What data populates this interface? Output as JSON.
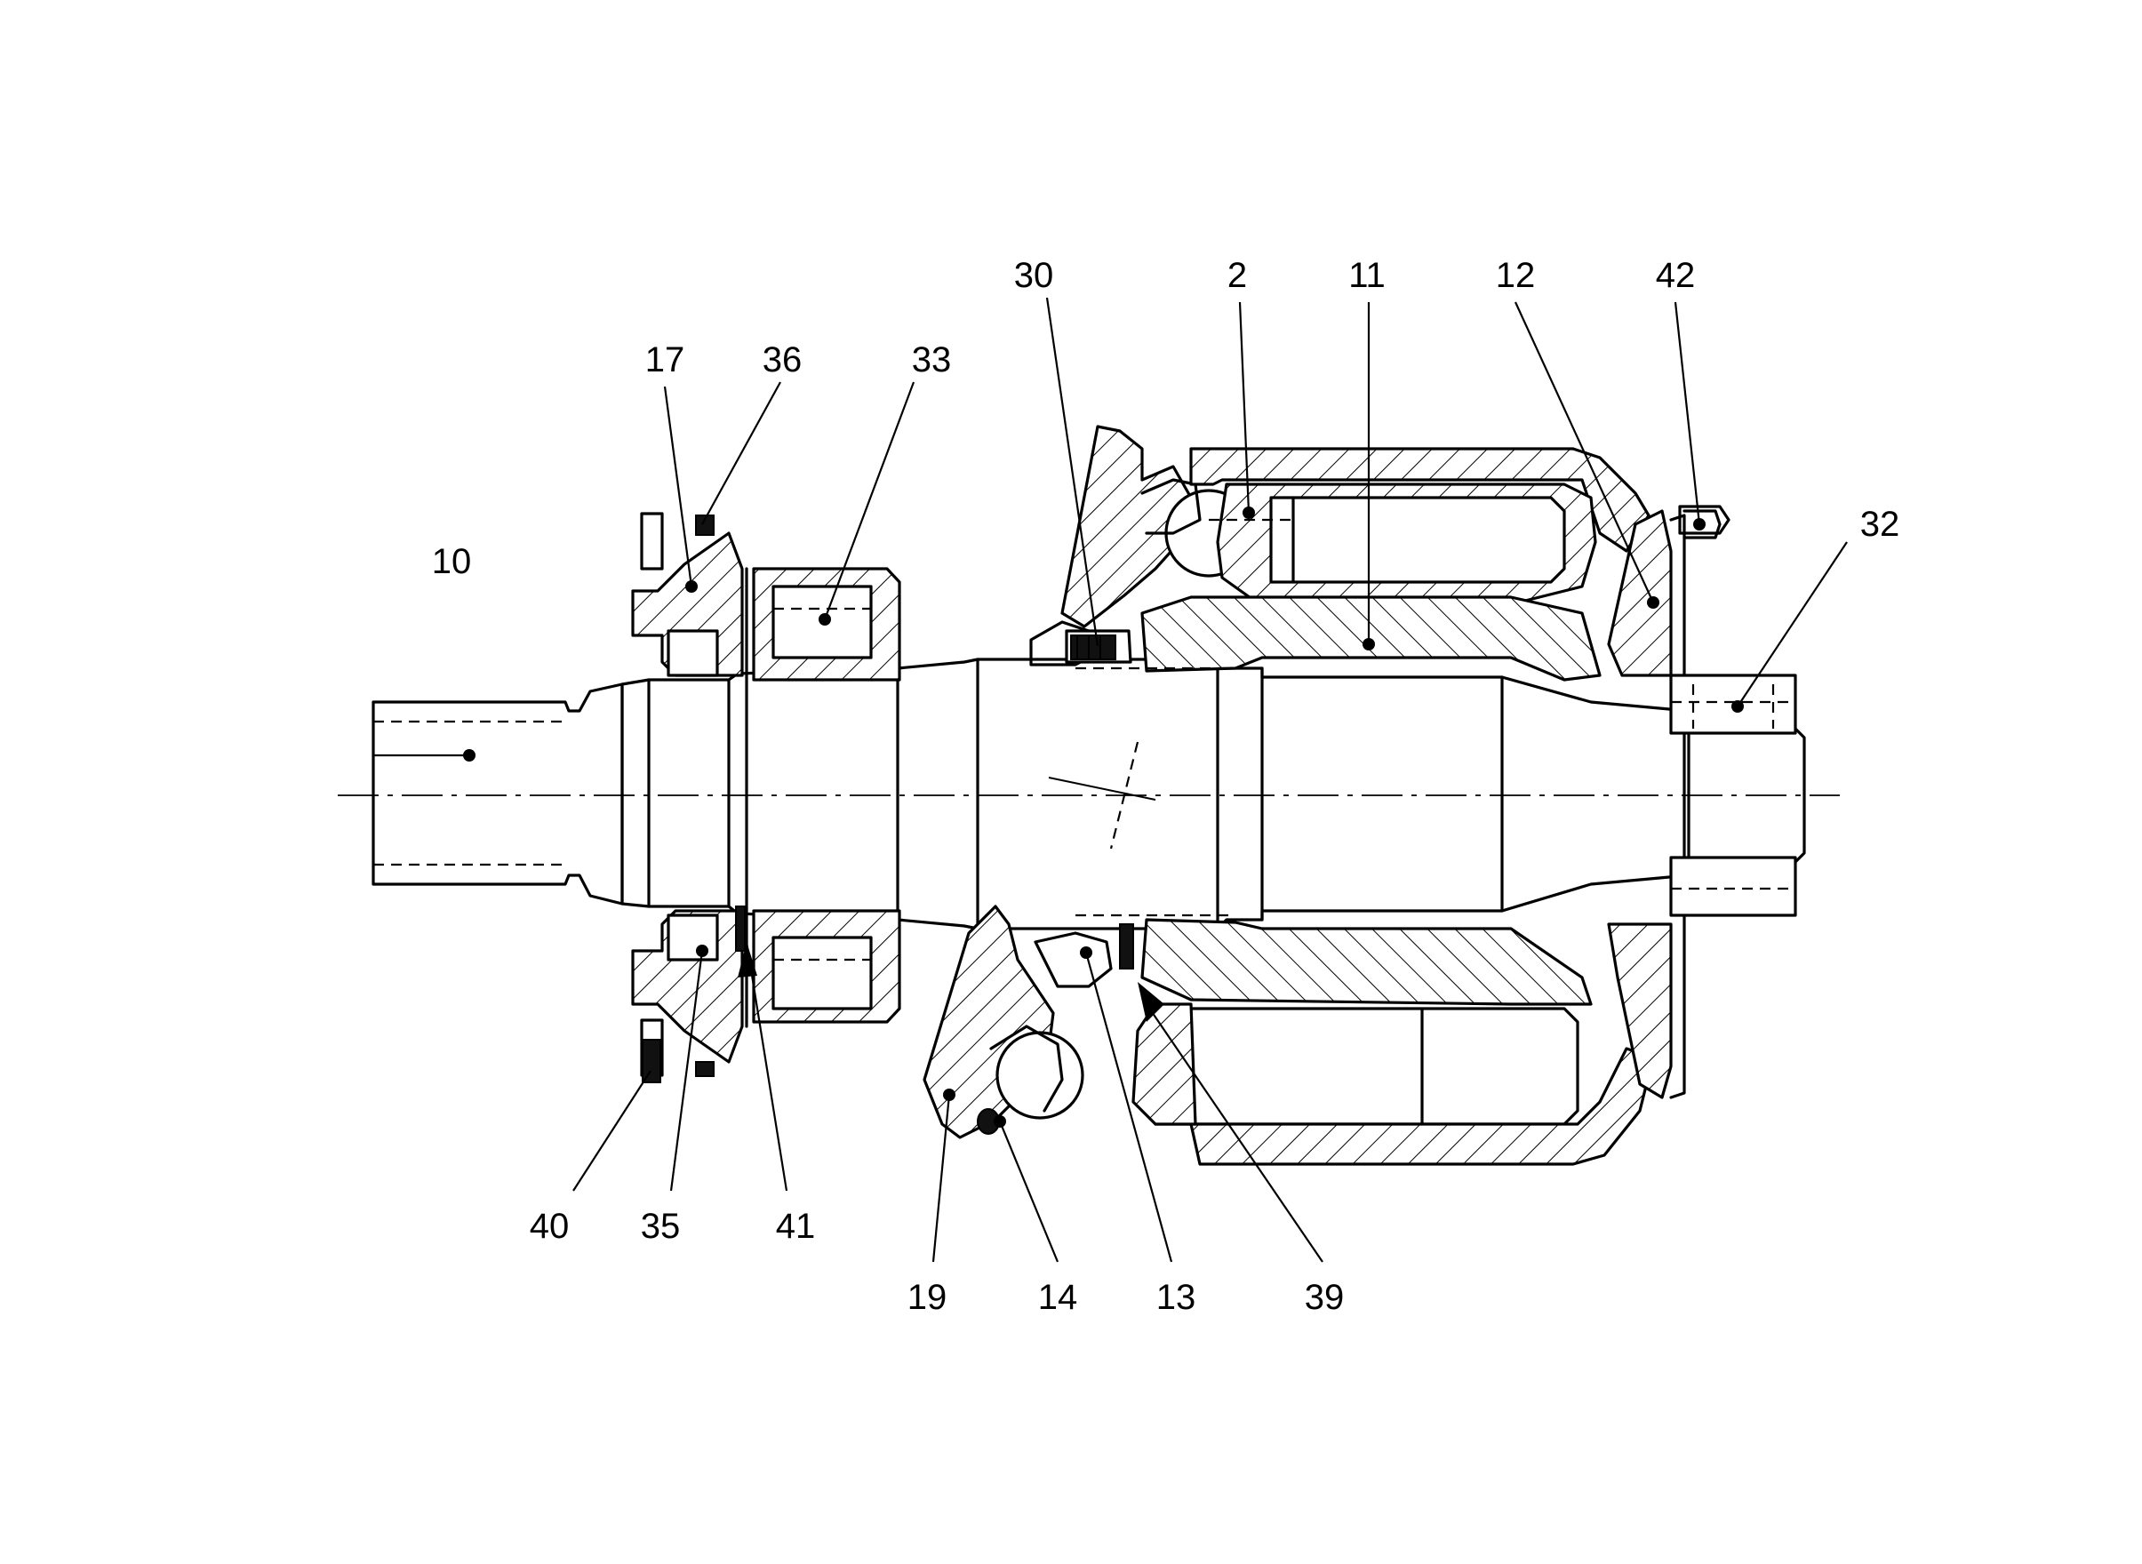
{
  "labels": {
    "l2": "2",
    "l10": "10",
    "l11": "11",
    "l12": "12",
    "l13": "13",
    "l14": "14",
    "l17": "17",
    "l19": "19",
    "l30": "30",
    "l32": "32",
    "l33": "33",
    "l35": "35",
    "l36": "36",
    "l39": "39",
    "l40": "40",
    "l41": "41",
    "l42": "42"
  }
}
